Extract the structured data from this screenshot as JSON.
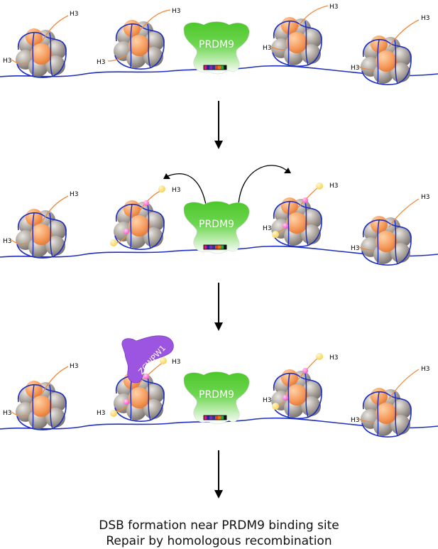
{
  "histone_label": "H3",
  "protein_label": "PRDM9",
  "reader_label": "ZCWPW1",
  "caption": {
    "line1": "DSB formation near PRDM9 binding site",
    "line2": "Repair by homologous recombination"
  },
  "colors": {
    "dna": "#1f2fbf",
    "histone_grey": "#a9a39d",
    "histone_core": "#f6a062",
    "tail": "#ef8a3c",
    "prdm9": "#4cc72a",
    "zcwpw1": "#9b55e0",
    "mark_pink": "#ff66cc",
    "mark_yellow": "#ffe070"
  },
  "motif_colors": [
    "#e0157a",
    "#2222aa",
    "#7a2fb2",
    "#333399",
    "#dd4422",
    "#e07a10",
    "#22aa44",
    "#111111"
  ]
}
